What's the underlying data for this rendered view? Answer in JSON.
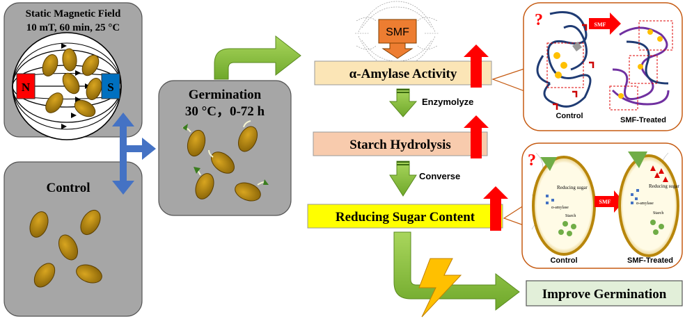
{
  "smf_panel": {
    "title_line1": "Static Magnetic Field",
    "title_line2": "10 mT, 60 min, 25 °C",
    "pole_north": "N",
    "pole_south": "S"
  },
  "control_panel": {
    "label": "Control"
  },
  "germination_panel": {
    "line1": "Germination",
    "line2": "30 °C，0-72 h"
  },
  "smf_source": {
    "label": "SMF"
  },
  "steps": {
    "amylase": "α-Amylase Activity",
    "starch": "Starch Hydrolysis",
    "sugar": "Reducing Sugar Content",
    "enzymolyze": "Enzymolyze",
    "converse": "Converse"
  },
  "outcome": {
    "label": "Improve Germination"
  },
  "inset_protein": {
    "question": "?",
    "arrow_label": "SMF",
    "left_caption": "Control",
    "right_caption": "SMF-Treated"
  },
  "inset_seed": {
    "question": "?",
    "arrow_label": "SMF",
    "left_caption": "Control",
    "right_caption": "SMF-Treated",
    "label_reducing_sugar": "Reducing sugar",
    "label_amylase": "α-amylase",
    "label_starch": "Starch"
  },
  "colors": {
    "panel_gray": "#a6a6a6",
    "green_arrow": "#8dc63f",
    "blue_arrow": "#4472c4",
    "red_arrow": "#ff0000",
    "amylase_box": "#fbe5b6",
    "starch_box": "#f8cbad",
    "sugar_box": "#ffff00",
    "outcome_box": "#e2efd9",
    "seed_fill": "#b8860b",
    "smf_box": "#ed7d31",
    "inset_border": "#c55a11"
  }
}
